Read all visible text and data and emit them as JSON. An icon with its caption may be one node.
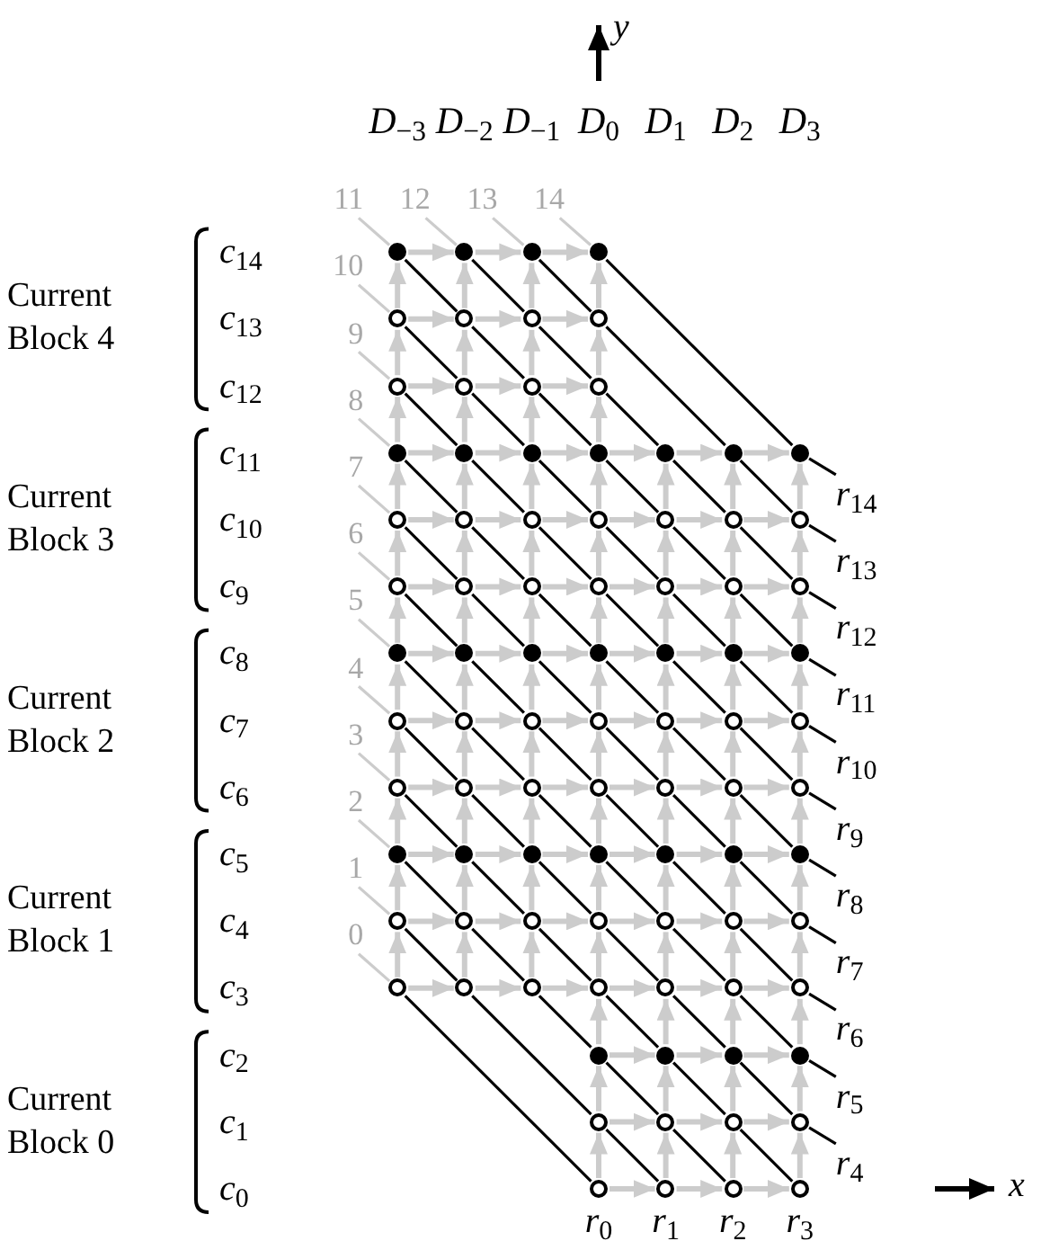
{
  "diagram": {
    "nodes": [
      {
        "text": [],
        "shape": "dot"
      },
      {
        "text": [],
        "shape": "dot"
      },
      {
        "text": [],
        "shape": "dot"
      },
      {
        "text": [],
        "shape": "dot"
      },
      {
        "text": [],
        "shape": "circle"
      },
      {
        "text": [],
        "shape": "circle"
      },
      {
        "text": [],
        "shape": "circle"
      },
      {
        "text": [],
        "shape": "circle"
      },
      {
        "text": [],
        "shape": "circle"
      },
      {
        "text": [],
        "shape": "circle"
      },
      {
        "text": [],
        "shape": "circle"
      },
      {
        "text": [],
        "shape": "circle"
      },
      {
        "text": [],
        "shape": "dot"
      },
      {
        "text": [],
        "shape": "dot"
      },
      {
        "text": [],
        "shape": "dot"
      },
      {
        "text": [],
        "shape": "dot"
      },
      {
        "text": [],
        "shape": "dot"
      },
      {
        "text": [],
        "shape": "dot"
      },
      {
        "text": [],
        "shape": "dot"
      },
      {
        "text": [],
        "shape": "circle"
      },
      {
        "text": [],
        "shape": "circle"
      },
      {
        "text": [],
        "shape": "circle"
      },
      {
        "text": [],
        "shape": "circle"
      },
      {
        "text": [],
        "shape": "circle"
      },
      {
        "text": [],
        "shape": "circle"
      },
      {
        "text": [],
        "shape": "circle"
      },
      {
        "text": [],
        "shape": "circle"
      },
      {
        "text": [],
        "shape": "circle"
      },
      {
        "text": [],
        "shape": "circle"
      },
      {
        "text": [],
        "shape": "circle"
      },
      {
        "text": [],
        "shape": "circle"
      },
      {
        "text": [],
        "shape": "circle"
      },
      {
        "text": [],
        "shape": "circle"
      },
      {
        "text": [],
        "shape": "dot"
      },
      {
        "text": [],
        "shape": "dot"
      },
      {
        "text": [],
        "shape": "dot"
      },
      {
        "text": [],
        "shape": "dot"
      },
      {
        "text": [],
        "shape": "dot"
      },
      {
        "text": [],
        "shape": "dot"
      },
      {
        "text": [],
        "shape": "dot"
      },
      {
        "text": [],
        "shape": "circle"
      },
      {
        "text": [],
        "shape": "circle"
      },
      {
        "text": [],
        "shape": "circle"
      },
      {
        "text": [],
        "shape": "circle"
      },
      {
        "text": [],
        "shape": "circle"
      },
      {
        "text": [],
        "shape": "circle"
      },
      {
        "text": [],
        "shape": "circle"
      },
      {
        "text": [],
        "shape": "circle"
      },
      {
        "text": [],
        "shape": "circle"
      },
      {
        "text": [],
        "shape": "circle"
      },
      {
        "text": [],
        "shape": "circle"
      },
      {
        "text": [],
        "shape": "circle"
      },
      {
        "text": [],
        "shape": "circle"
      },
      {
        "text": [],
        "shape": "circle"
      },
      {
        "text": [],
        "shape": "dot"
      },
      {
        "text": [],
        "shape": "dot"
      },
      {
        "text": [],
        "shape": "dot"
      },
      {
        "text": [],
        "shape": "dot"
      },
      {
        "text": [],
        "shape": "dot"
      },
      {
        "text": [],
        "shape": "dot"
      },
      {
        "text": [],
        "shape": "dot"
      },
      {
        "text": [],
        "shape": "circle"
      },
      {
        "text": [],
        "shape": "circle"
      },
      {
        "text": [],
        "shape": "circle"
      },
      {
        "text": [],
        "shape": "circle"
      },
      {
        "text": [],
        "shape": "circle"
      },
      {
        "text": [],
        "shape": "circle"
      },
      {
        "text": [],
        "shape": "circle"
      },
      {
        "text": [],
        "shape": "circle"
      },
      {
        "text": [],
        "shape": "circle"
      },
      {
        "text": [],
        "shape": "circle"
      },
      {
        "text": [],
        "shape": "circle"
      },
      {
        "text": [],
        "shape": "circle"
      },
      {
        "text": [],
        "shape": "circle"
      },
      {
        "text": [],
        "shape": "circle"
      },
      {
        "text": [],
        "shape": "dot"
      },
      {
        "text": [],
        "shape": "dot"
      },
      {
        "text": [],
        "shape": "dot"
      },
      {
        "text": [],
        "shape": "dot"
      },
      {
        "text": [],
        "shape": "circle"
      },
      {
        "text": [],
        "shape": "circle"
      },
      {
        "text": [],
        "shape": "circle"
      },
      {
        "text": [],
        "shape": "circle"
      },
      {
        "text": [],
        "shape": "circle",
        "beside": [
          "*r*$_{0}$"
        ]
      },
      {
        "text": [],
        "shape": "circle",
        "beside": [
          "*r*$_{1}$"
        ]
      },
      {
        "text": [],
        "shape": "circle",
        "beside": [
          "*r*$_{2}$"
        ]
      },
      {
        "text": [],
        "shape": "circle",
        "beside": [
          "*r*$_{3}$"
        ]
      },
      {
        "text": [
          "0"
        ]
      },
      {
        "text": [
          "1"
        ]
      },
      {
        "text": [
          "2"
        ]
      },
      {
        "text": [
          "3"
        ]
      },
      {
        "text": [
          "4"
        ]
      },
      {
        "text": [
          "5"
        ]
      },
      {
        "text": [
          "6"
        ]
      },
      {
        "text": [
          "7"
        ]
      },
      {
        "text": [
          "8"
        ]
      },
      {
        "text": [
          "9"
        ]
      },
      {
        "text": [
          "10"
        ]
      },
      {
        "text": [
          "11"
        ]
      },
      {
        "text": [
          "12"
        ]
      },
      {
        "text": [
          "13"
        ]
      },
      {
        "text": [
          "14"
        ]
      },
      {
        "text": [
          "*r*$_{4}$"
        ]
      },
      {
        "text": [
          "*r*$_{5}$"
        ]
      },
      {
        "text": [
          "*r*$_{6}$"
        ]
      },
      {
        "text": [
          "*r*$_{7}$"
        ]
      },
      {
        "text": [
          "*r*$_{8}$"
        ]
      },
      {
        "text": [
          "*r*$_{9}$"
        ]
      },
      {
        "text": [
          "*r*$_{10}$"
        ]
      },
      {
        "text": [
          "*r*$_{11}$"
        ]
      },
      {
        "text": [
          "*r*$_{12}$"
        ]
      },
      {
        "text": [
          "*r*$_{13}$"
        ]
      },
      {
        "text": [
          "*r*$_{14}$"
        ]
      }
    ],
    "edges": [
      {
        "from": 0,
        "to": 1,
        "arrow": "to"
      },
      {
        "from": 1,
        "to": 2,
        "arrow": "to"
      },
      {
        "from": 2,
        "to": 3,
        "arrow": "to"
      },
      {
        "from": 4,
        "to": 5,
        "arrow": "to"
      },
      {
        "from": 5,
        "to": 6,
        "arrow": "to"
      },
      {
        "from": 6,
        "to": 7,
        "arrow": "to"
      },
      {
        "from": 8,
        "to": 9,
        "arrow": "to"
      },
      {
        "from": 9,
        "to": 10,
        "arrow": "to"
      },
      {
        "from": 10,
        "to": 11,
        "arrow": "to"
      },
      {
        "from": 12,
        "to": 13,
        "arrow": "to"
      },
      {
        "from": 13,
        "to": 14,
        "arrow": "to"
      },
      {
        "from": 14,
        "to": 15,
        "arrow": "to"
      },
      {
        "from": 15,
        "to": 16,
        "arrow": "to"
      },
      {
        "from": 16,
        "to": 17,
        "arrow": "to"
      },
      {
        "from": 17,
        "to": 18,
        "arrow": "to"
      },
      {
        "from": 19,
        "to": 20,
        "arrow": "to"
      },
      {
        "from": 20,
        "to": 21,
        "arrow": "to"
      },
      {
        "from": 21,
        "to": 22,
        "arrow": "to"
      },
      {
        "from": 22,
        "to": 23,
        "arrow": "to"
      },
      {
        "from": 23,
        "to": 24,
        "arrow": "to"
      },
      {
        "from": 24,
        "to": 25,
        "arrow": "to"
      },
      {
        "from": 26,
        "to": 27,
        "arrow": "to"
      },
      {
        "from": 27,
        "to": 28,
        "arrow": "to"
      },
      {
        "from": 28,
        "to": 29,
        "arrow": "to"
      },
      {
        "from": 29,
        "to": 30,
        "arrow": "to"
      },
      {
        "from": 30,
        "to": 31,
        "arrow": "to"
      },
      {
        "from": 31,
        "to": 32,
        "arrow": "to"
      },
      {
        "from": 33,
        "to": 34,
        "arrow": "to"
      },
      {
        "from": 34,
        "to": 35,
        "arrow": "to"
      },
      {
        "from": 35,
        "to": 36,
        "arrow": "to"
      },
      {
        "from": 36,
        "to": 37,
        "arrow": "to"
      },
      {
        "from": 37,
        "to": 38,
        "arrow": "to"
      },
      {
        "from": 38,
        "to": 39,
        "arrow": "to"
      },
      {
        "from": 40,
        "to": 41,
        "arrow": "to"
      },
      {
        "from": 41,
        "to": 42,
        "arrow": "to"
      },
      {
        "from": 42,
        "to": 43,
        "arrow": "to"
      },
      {
        "from": 43,
        "to": 44,
        "arrow": "to"
      },
      {
        "from": 44,
        "to": 45,
        "arrow": "to"
      },
      {
        "from": 45,
        "to": 46,
        "arrow": "to"
      },
      {
        "from": 47,
        "to": 48,
        "arrow": "to"
      },
      {
        "from": 48,
        "to": 49,
        "arrow": "to"
      },
      {
        "from": 49,
        "to": 50,
        "arrow": "to"
      },
      {
        "from": 50,
        "to": 51,
        "arrow": "to"
      },
      {
        "from": 51,
        "to": 52,
        "arrow": "to"
      },
      {
        "from": 52,
        "to": 53,
        "arrow": "to"
      },
      {
        "from": 54,
        "to": 55,
        "arrow": "to"
      },
      {
        "from": 55,
        "to": 56,
        "arrow": "to"
      },
      {
        "from": 56,
        "to": 57,
        "arrow": "to"
      },
      {
        "from": 57,
        "to": 58,
        "arrow": "to"
      },
      {
        "from": 58,
        "to": 59,
        "arrow": "to"
      },
      {
        "from": 59,
        "to": 60,
        "arrow": "to"
      },
      {
        "from": 61,
        "to": 62,
        "arrow": "to"
      },
      {
        "from": 62,
        "to": 63,
        "arrow": "to"
      },
      {
        "from": 63,
        "to": 64,
        "arrow": "to"
      },
      {
        "from": 64,
        "to": 65,
        "arrow": "to"
      },
      {
        "from": 65,
        "to": 66,
        "arrow": "to"
      },
      {
        "from": 66,
        "to": 67,
        "arrow": "to"
      },
      {
        "from": 68,
        "to": 69,
        "arrow": "to"
      },
      {
        "from": 69,
        "to": 70,
        "arrow": "to"
      },
      {
        "from": 70,
        "to": 71,
        "arrow": "to"
      },
      {
        "from": 71,
        "to": 72,
        "arrow": "to"
      },
      {
        "from": 72,
        "to": 73,
        "arrow": "to"
      },
      {
        "from": 73,
        "to": 74,
        "arrow": "to"
      },
      {
        "from": 75,
        "to": 76,
        "arrow": "to"
      },
      {
        "from": 76,
        "to": 77,
        "arrow": "to"
      },
      {
        "from": 77,
        "to": 78,
        "arrow": "to"
      },
      {
        "from": 79,
        "to": 80,
        "arrow": "to"
      },
      {
        "from": 80,
        "to": 81,
        "arrow": "to"
      },
      {
        "from": 81,
        "to": 82,
        "arrow": "to"
      },
      {
        "from": 83,
        "to": 84,
        "arrow": "to"
      },
      {
        "from": 84,
        "to": 85,
        "arrow": "to"
      },
      {
        "from": 85,
        "to": 86,
        "arrow": "to"
      },
      {
        "from": 68,
        "to": 61,
        "arrow": "to"
      },
      {
        "from": 61,
        "to": 54,
        "arrow": "to"
      },
      {
        "from": 54,
        "to": 47,
        "arrow": "to"
      },
      {
        "from": 47,
        "to": 40,
        "arrow": "to"
      },
      {
        "from": 40,
        "to": 33,
        "arrow": "to"
      },
      {
        "from": 33,
        "to": 26,
        "arrow": "to"
      },
      {
        "from": 26,
        "to": 19,
        "arrow": "to"
      },
      {
        "from": 19,
        "to": 12,
        "arrow": "to"
      },
      {
        "from": 12,
        "to": 8,
        "arrow": "to"
      },
      {
        "from": 8,
        "to": 4,
        "arrow": "to"
      },
      {
        "from": 4,
        "to": 0,
        "arrow": "to"
      },
      {
        "from": 69,
        "to": 62,
        "arrow": "to"
      },
      {
        "from": 62,
        "to": 55,
        "arrow": "to"
      },
      {
        "from": 55,
        "to": 48,
        "arrow": "to"
      },
      {
        "from": 48,
        "to": 41,
        "arrow": "to"
      },
      {
        "from": 41,
        "to": 34,
        "arrow": "to"
      },
      {
        "from": 34,
        "to": 27,
        "arrow": "to"
      },
      {
        "from": 27,
        "to": 20,
        "arrow": "to"
      },
      {
        "from": 20,
        "to": 13,
        "arrow": "to"
      },
      {
        "from": 13,
        "to": 9,
        "arrow": "to"
      },
      {
        "from": 9,
        "to": 5,
        "arrow": "to"
      },
      {
        "from": 5,
        "to": 1,
        "arrow": "to"
      },
      {
        "from": 70,
        "to": 63,
        "arrow": "to"
      },
      {
        "from": 63,
        "to": 56,
        "arrow": "to"
      },
      {
        "from": 56,
        "to": 49,
        "arrow": "to"
      },
      {
        "from": 49,
        "to": 42,
        "arrow": "to"
      },
      {
        "from": 42,
        "to": 35,
        "arrow": "to"
      },
      {
        "from": 35,
        "to": 28,
        "arrow": "to"
      },
      {
        "from": 28,
        "to": 21,
        "arrow": "to"
      },
      {
        "from": 21,
        "to": 14,
        "arrow": "to"
      },
      {
        "from": 14,
        "to": 10,
        "arrow": "to"
      },
      {
        "from": 10,
        "to": 6,
        "arrow": "to"
      },
      {
        "from": 6,
        "to": 2,
        "arrow": "to"
      },
      {
        "from": 83,
        "to": 79,
        "arrow": "to"
      },
      {
        "from": 79,
        "to": 75,
        "arrow": "to"
      },
      {
        "from": 75,
        "to": 71,
        "arrow": "to"
      },
      {
        "from": 71,
        "to": 64,
        "arrow": "to"
      },
      {
        "from": 64,
        "to": 57,
        "arrow": "to"
      },
      {
        "from": 57,
        "to": 50,
        "arrow": "to"
      },
      {
        "from": 50,
        "to": 43,
        "arrow": "to"
      },
      {
        "from": 43,
        "to": 36,
        "arrow": "to"
      },
      {
        "from": 36,
        "to": 29,
        "arrow": "to"
      },
      {
        "from": 29,
        "to": 22,
        "arrow": "to"
      },
      {
        "from": 22,
        "to": 15,
        "arrow": "to"
      },
      {
        "from": 15,
        "to": 11,
        "arrow": "to"
      },
      {
        "from": 11,
        "to": 7,
        "arrow": "to"
      },
      {
        "from": 7,
        "to": 3,
        "arrow": "to"
      },
      {
        "from": 84,
        "to": 80,
        "arrow": "to"
      },
      {
        "from": 80,
        "to": 76,
        "arrow": "to"
      },
      {
        "from": 76,
        "to": 72,
        "arrow": "to"
      },
      {
        "from": 72,
        "to": 65,
        "arrow": "to"
      },
      {
        "from": 65,
        "to": 58,
        "arrow": "to"
      },
      {
        "from": 58,
        "to": 51,
        "arrow": "to"
      },
      {
        "from": 51,
        "to": 44,
        "arrow": "to"
      },
      {
        "from": 44,
        "to": 37,
        "arrow": "to"
      },
      {
        "from": 37,
        "to": 30,
        "arrow": "to"
      },
      {
        "from": 30,
        "to": 23,
        "arrow": "to"
      },
      {
        "from": 23,
        "to": 16,
        "arrow": "to"
      },
      {
        "from": 85,
        "to": 81,
        "arrow": "to"
      },
      {
        "from": 81,
        "to": 77,
        "arrow": "to"
      },
      {
        "from": 77,
        "to": 73,
        "arrow": "to"
      },
      {
        "from": 73,
        "to": 66,
        "arrow": "to"
      },
      {
        "from": 66,
        "to": 59,
        "arrow": "to"
      },
      {
        "from": 59,
        "to": 52,
        "arrow": "to"
      },
      {
        "from": 52,
        "to": 45,
        "arrow": "to"
      },
      {
        "from": 45,
        "to": 38,
        "arrow": "to"
      },
      {
        "from": 38,
        "to": 31,
        "arrow": "to"
      },
      {
        "from": 31,
        "to": 24,
        "arrow": "to"
      },
      {
        "from": 24,
        "to": 17,
        "arrow": "to"
      },
      {
        "from": 86,
        "to": 82,
        "arrow": "to"
      },
      {
        "from": 82,
        "to": 78,
        "arrow": "to"
      },
      {
        "from": 78,
        "to": 74,
        "arrow": "to"
      },
      {
        "from": 74,
        "to": 67,
        "arrow": "to"
      },
      {
        "from": 67,
        "to": 60,
        "arrow": "to"
      },
      {
        "from": 60,
        "to": 53,
        "arrow": "to"
      },
      {
        "from": 53,
        "to": 46,
        "arrow": "to"
      },
      {
        "from": 46,
        "to": 39,
        "arrow": "to"
      },
      {
        "from": 39,
        "to": 32,
        "arrow": "to"
      },
      {
        "from": 32,
        "to": 25,
        "arrow": "to"
      },
      {
        "from": 25,
        "to": 18,
        "arrow": "to"
      },
      {
        "from": 68,
        "to": 83,
        "arrow": "none",
        "color": "#000000"
      },
      {
        "from": 61,
        "to": 69,
        "arrow": "none",
        "color": "#000000"
      },
      {
        "from": 69,
        "to": 79,
        "arrow": "none",
        "color": "#000000"
      },
      {
        "from": 79,
        "to": 84,
        "arrow": "none",
        "color": "#000000"
      },
      {
        "from": 54,
        "to": 62,
        "arrow": "none",
        "color": "#000000"
      },
      {
        "from": 62,
        "to": 70,
        "arrow": "none",
        "color": "#000000"
      },
      {
        "from": 70,
        "to": 75,
        "arrow": "none",
        "color": "#000000"
      },
      {
        "from": 75,
        "to": 80,
        "arrow": "none",
        "color": "#000000"
      },
      {
        "from": 80,
        "to": 85,
        "arrow": "none",
        "color": "#000000"
      },
      {
        "from": 47,
        "to": 55,
        "arrow": "none",
        "color": "#000000"
      },
      {
        "from": 55,
        "to": 63,
        "arrow": "none",
        "color": "#000000"
      },
      {
        "from": 63,
        "to": 71,
        "arrow": "none",
        "color": "#000000"
      },
      {
        "from": 71,
        "to": 76,
        "arrow": "none",
        "color": "#000000"
      },
      {
        "from": 76,
        "to": 81,
        "arrow": "none",
        "color": "#000000"
      },
      {
        "from": 81,
        "to": 86,
        "arrow": "none",
        "color": "#000000"
      },
      {
        "from": 40,
        "to": 48,
        "arrow": "none",
        "color": "#000000"
      },
      {
        "from": 48,
        "to": 56,
        "arrow": "none",
        "color": "#000000"
      },
      {
        "from": 56,
        "to": 64,
        "arrow": "none",
        "color": "#000000"
      },
      {
        "from": 64,
        "to": 72,
        "arrow": "none",
        "color": "#000000"
      },
      {
        "from": 72,
        "to": 77,
        "arrow": "none",
        "color": "#000000"
      },
      {
        "from": 77,
        "to": 82,
        "arrow": "none",
        "color": "#000000"
      },
      {
        "from": 82,
        "to": 102,
        "arrow": "none",
        "color": "#000000"
      },
      {
        "from": 33,
        "to": 41,
        "arrow": "none",
        "color": "#000000"
      },
      {
        "from": 41,
        "to": 49,
        "arrow": "none",
        "color": "#000000"
      },
      {
        "from": 49,
        "to": 57,
        "arrow": "none",
        "color": "#000000"
      },
      {
        "from": 57,
        "to": 65,
        "arrow": "none",
        "color": "#000000"
      },
      {
        "from": 65,
        "to": 73,
        "arrow": "none",
        "color": "#000000"
      },
      {
        "from": 73,
        "to": 78,
        "arrow": "none",
        "color": "#000000"
      },
      {
        "from": 78,
        "to": 103,
        "arrow": "none",
        "color": "#000000"
      },
      {
        "from": 26,
        "to": 34,
        "arrow": "none",
        "color": "#000000"
      },
      {
        "from": 34,
        "to": 42,
        "arrow": "none",
        "color": "#000000"
      },
      {
        "from": 42,
        "to": 50,
        "arrow": "none",
        "color": "#000000"
      },
      {
        "from": 50,
        "to": 58,
        "arrow": "none",
        "color": "#000000"
      },
      {
        "from": 58,
        "to": 66,
        "arrow": "none",
        "color": "#000000"
      },
      {
        "from": 66,
        "to": 74,
        "arrow": "none",
        "color": "#000000"
      },
      {
        "from": 74,
        "to": 104,
        "arrow": "none",
        "color": "#000000"
      },
      {
        "from": 19,
        "to": 27,
        "arrow": "none",
        "color": "#000000"
      },
      {
        "from": 27,
        "to": 35,
        "arrow": "none",
        "color": "#000000"
      },
      {
        "from": 35,
        "to": 43,
        "arrow": "none",
        "color": "#000000"
      },
      {
        "from": 43,
        "to": 51,
        "arrow": "none",
        "color": "#000000"
      },
      {
        "from": 51,
        "to": 59,
        "arrow": "none",
        "color": "#000000"
      },
      {
        "from": 59,
        "to": 67,
        "arrow": "none",
        "color": "#000000"
      },
      {
        "from": 67,
        "to": 105,
        "arrow": "none",
        "color": "#000000"
      },
      {
        "from": 12,
        "to": 20,
        "arrow": "none",
        "color": "#000000"
      },
      {
        "from": 20,
        "to": 28,
        "arrow": "none",
        "color": "#000000"
      },
      {
        "from": 28,
        "to": 36,
        "arrow": "none",
        "color": "#000000"
      },
      {
        "from": 36,
        "to": 44,
        "arrow": "none",
        "color": "#000000"
      },
      {
        "from": 44,
        "to": 52,
        "arrow": "none",
        "color": "#000000"
      },
      {
        "from": 52,
        "to": 60,
        "arrow": "none",
        "color": "#000000"
      },
      {
        "from": 60,
        "to": 106,
        "arrow": "none",
        "color": "#000000"
      },
      {
        "from": 8,
        "to": 13,
        "arrow": "none",
        "color": "#000000"
      },
      {
        "from": 13,
        "to": 21,
        "arrow": "none",
        "color": "#000000"
      },
      {
        "from": 21,
        "to": 29,
        "arrow": "none",
        "color": "#000000"
      },
      {
        "from": 29,
        "to": 37,
        "arrow": "none",
        "color": "#000000"
      },
      {
        "from": 37,
        "to": 45,
        "arrow": "none",
        "color": "#000000"
      },
      {
        "from": 45,
        "to": 53,
        "arrow": "none",
        "color": "#000000"
      },
      {
        "from": 53,
        "to": 107,
        "arrow": "none",
        "color": "#000000"
      },
      {
        "from": 4,
        "to": 9,
        "arrow": "none",
        "color": "#000000"
      },
      {
        "from": 9,
        "to": 14,
        "arrow": "none",
        "color": "#000000"
      },
      {
        "from": 14,
        "to": 22,
        "arrow": "none",
        "color": "#000000"
      },
      {
        "from": 22,
        "to": 30,
        "arrow": "none",
        "color": "#000000"
      },
      {
        "from": 30,
        "to": 38,
        "arrow": "none",
        "color": "#000000"
      },
      {
        "from": 38,
        "to": 46,
        "arrow": "none",
        "color": "#000000"
      },
      {
        "from": 46,
        "to": 108,
        "arrow": "none",
        "color": "#000000"
      },
      {
        "from": 0,
        "to": 5,
        "arrow": "none",
        "color": "#000000"
      },
      {
        "from": 5,
        "to": 10,
        "arrow": "none",
        "color": "#000000"
      },
      {
        "from": 10,
        "to": 15,
        "arrow": "none",
        "color": "#000000"
      },
      {
        "from": 15,
        "to": 23,
        "arrow": "none",
        "color": "#000000"
      },
      {
        "from": 23,
        "to": 31,
        "arrow": "none",
        "color": "#000000"
      },
      {
        "from": 31,
        "to": 39,
        "arrow": "none",
        "color": "#000000"
      },
      {
        "from": 39,
        "to": 109,
        "arrow": "none",
        "color": "#000000"
      },
      {
        "from": 1,
        "to": 6,
        "arrow": "none",
        "color": "#000000"
      },
      {
        "from": 6,
        "to": 11,
        "arrow": "none",
        "color": "#000000"
      },
      {
        "from": 11,
        "to": 16,
        "arrow": "none",
        "color": "#000000"
      },
      {
        "from": 16,
        "to": 24,
        "arrow": "none",
        "color": "#000000"
      },
      {
        "from": 24,
        "to": 32,
        "arrow": "none",
        "color": "#000000"
      },
      {
        "from": 32,
        "to": 110,
        "arrow": "none",
        "color": "#000000"
      },
      {
        "from": 2,
        "to": 7,
        "arrow": "none",
        "color": "#000000"
      },
      {
        "from": 7,
        "to": 17,
        "arrow": "none",
        "color": "#000000"
      },
      {
        "from": 17,
        "to": 25,
        "arrow": "none",
        "color": "#000000"
      },
      {
        "from": 25,
        "to": 111,
        "arrow": "none",
        "color": "#000000"
      },
      {
        "from": 3,
        "to": 18,
        "arrow": "none",
        "color": "#000000"
      },
      {
        "from": 18,
        "to": 112,
        "arrow": "none",
        "color": "#000000"
      },
      {
        "from": 87,
        "to": 68,
        "arrow": "none"
      },
      {
        "from": 88,
        "to": 61,
        "arrow": "none"
      },
      {
        "from": 89,
        "to": 54,
        "arrow": "none"
      },
      {
        "from": 90,
        "to": 47,
        "arrow": "none"
      },
      {
        "from": 91,
        "to": 40,
        "arrow": "none"
      },
      {
        "from": 92,
        "to": 33,
        "arrow": "none"
      },
      {
        "from": 93,
        "to": 26,
        "arrow": "none"
      },
      {
        "from": 94,
        "to": 19,
        "arrow": "none"
      },
      {
        "from": 95,
        "to": 12,
        "arrow": "none"
      },
      {
        "from": 96,
        "to": 8,
        "arrow": "none"
      },
      {
        "from": 97,
        "to": 4,
        "arrow": "none"
      },
      {
        "from": 98,
        "to": 0,
        "arrow": "none"
      },
      {
        "from": 99,
        "to": 1,
        "arrow": "none"
      },
      {
        "from": 100,
        "to": 2,
        "arrow": "none"
      },
      {
        "from": 101,
        "to": 3,
        "arrow": "none"
      }
    ],
    "labels": [
      "*y*",
      "*D*$_{−3}$",
      "*D*$_{−2}$",
      "*D*$_{−1}$",
      "*D*$_{0}$",
      "*D*$_{1}$",
      "*D*$_{2}$",
      "*D*$_{3}$",
      "Current Block 4",
      "*c*$_{14}$",
      "*c*$_{13}$",
      "*c*$_{12}$",
      "Current Block 3",
      "*c*$_{11}$",
      "*c*$_{10}$",
      "*c*$_{9}$",
      "Current Block 2",
      "*c*$_{8}$",
      "*c*$_{7}$",
      "*c*$_{6}$",
      "Current Block 1",
      "*c*$_{5}$",
      "*c*$_{4}$",
      "*c*$_{3}$",
      "Current Block 0",
      "*c*$_{2}$",
      "*c*$_{1}$",
      "*c*$_{0}$",
      "*x*"
    ]
  }
}
